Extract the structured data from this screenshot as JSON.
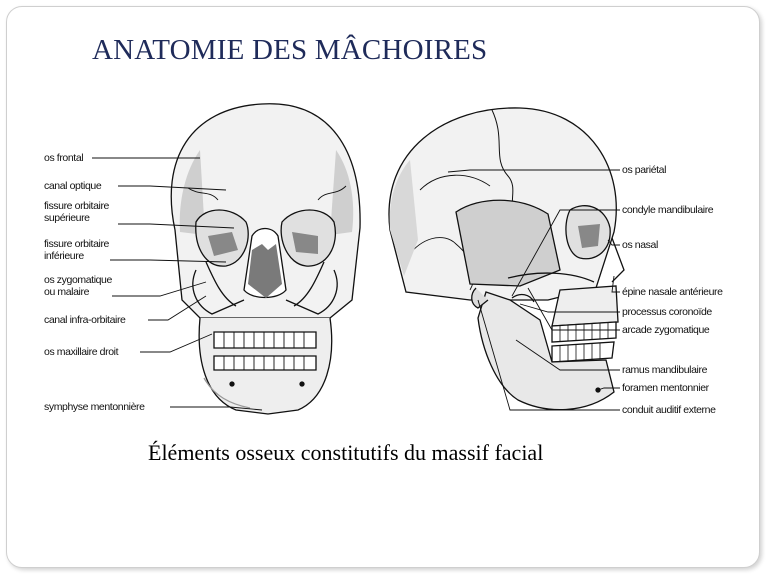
{
  "slide": {
    "title": "ANATOMIE DES MÂCHOIRES",
    "caption": "Éléments osseux constitutifs du massif facial"
  },
  "figure": {
    "left_labels": [
      "os frontal",
      "canal optique",
      "fissure orbitaire supérieure",
      "fissure orbitaire inférieure",
      "os zygomatique ou malaire",
      "canal infra-orbitaire",
      "os maxillaire droit",
      "symphyse mentonnière"
    ],
    "right_labels": [
      "os pariétal",
      "condyle mandibulaire",
      "os nasal",
      "épine nasale antérieure",
      "processus coronoïde",
      "arcade zygomatique",
      "ramus mandibulaire",
      "foramen mentonnier",
      "conduit auditif externe"
    ]
  },
  "colors": {
    "title": "#1f2b5a",
    "bone_fill": "#f1f1f1",
    "bone_shadow": "#b9b9b9",
    "outline": "#111111"
  }
}
